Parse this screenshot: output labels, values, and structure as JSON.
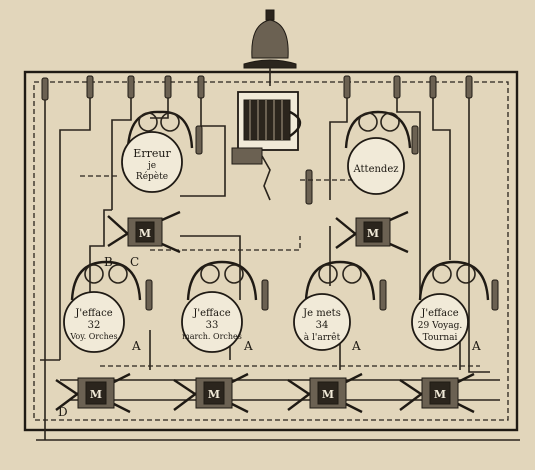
{
  "plates": [
    {
      "id": "erreur",
      "lines": [
        "Erreur",
        "je",
        "Répète"
      ],
      "tag": ""
    },
    {
      "id": "attendez",
      "lines": [
        "Attendez"
      ],
      "tag": ""
    },
    {
      "id": "jefface32",
      "lines": [
        "J'efface",
        "32",
        "Voy. Orches"
      ],
      "tag": "A"
    },
    {
      "id": "jefface33",
      "lines": [
        "J'efface",
        "33",
        "march. Orches"
      ],
      "tag": "A"
    },
    {
      "id": "jemets34",
      "lines": [
        "Je mets",
        "34",
        "à l'arrêt"
      ],
      "tag": "A"
    },
    {
      "id": "jefface29",
      "lines": [
        "J'efface",
        "29 Voyag.",
        "Tournai"
      ],
      "tag": "A"
    }
  ],
  "letters": {
    "b": "B",
    "c": "C",
    "d": "D"
  },
  "magnet_letter": "M",
  "colors": {
    "paper": "#e2d6bb",
    "ink": "#1f1a14"
  }
}
